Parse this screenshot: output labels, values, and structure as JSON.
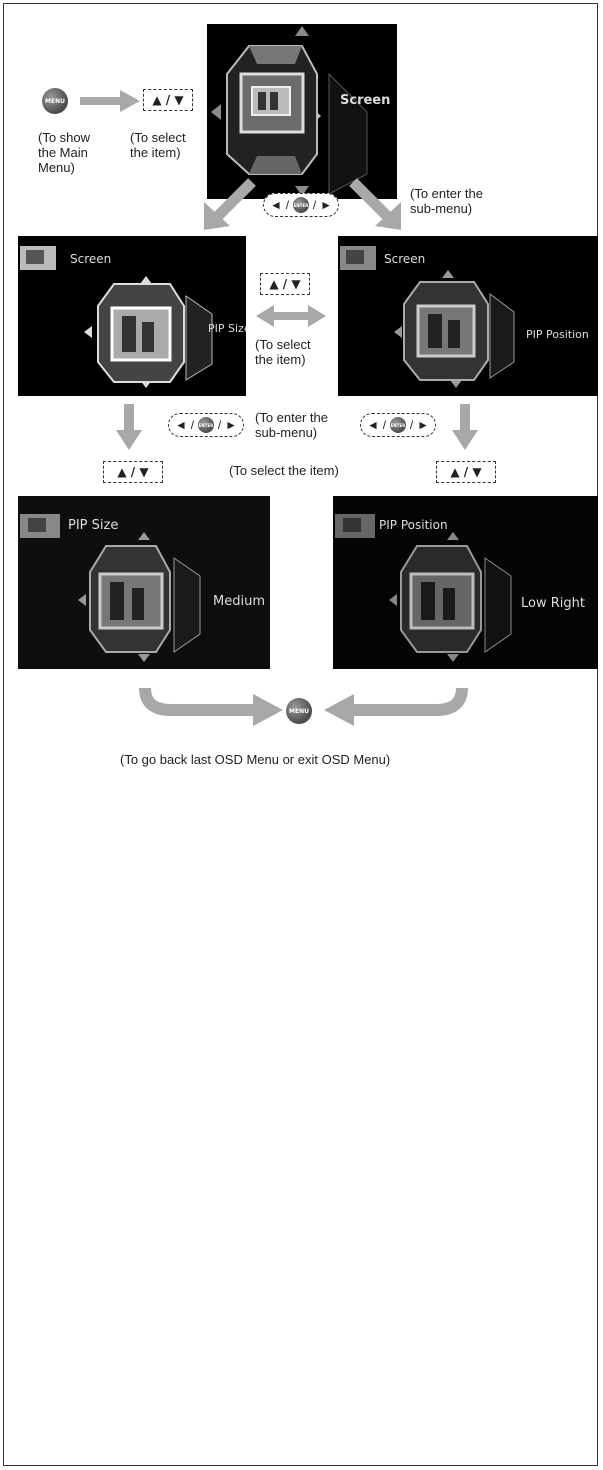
{
  "buttons": {
    "menu": "MENU",
    "enter": "ENTER"
  },
  "keys": {
    "updown": "▲ / ▼",
    "enter_left": "◄",
    "enter_right": "►",
    "enter_sep": "/"
  },
  "notes": {
    "show_main_menu": "(To show\nthe Main\nMenu)",
    "select_item_top": "(To select\nthe item)",
    "enter_submenu_top": "(To enter the\nsub-menu)",
    "select_item_mid": "(To select\nthe item)",
    "enter_submenu_mid": "(To enter the\nsub-menu)",
    "select_item_row": "(To select the item)",
    "go_back": "(To go back last OSD Menu or exit OSD Menu)"
  },
  "screens": {
    "main": {
      "item": "Screen"
    },
    "left_mid": {
      "header": "Screen",
      "item": "PIP Size"
    },
    "right_mid": {
      "header": "Screen",
      "item": "PIP Position"
    },
    "left_bottom": {
      "header": "PIP Size",
      "item": "Medium"
    },
    "right_bottom": {
      "header": "PIP Position",
      "item": "Low Right"
    }
  },
  "colors": {
    "arrow": "#a8a8a8",
    "screen_bg": "#000000",
    "cube": "#9a9a9a"
  }
}
